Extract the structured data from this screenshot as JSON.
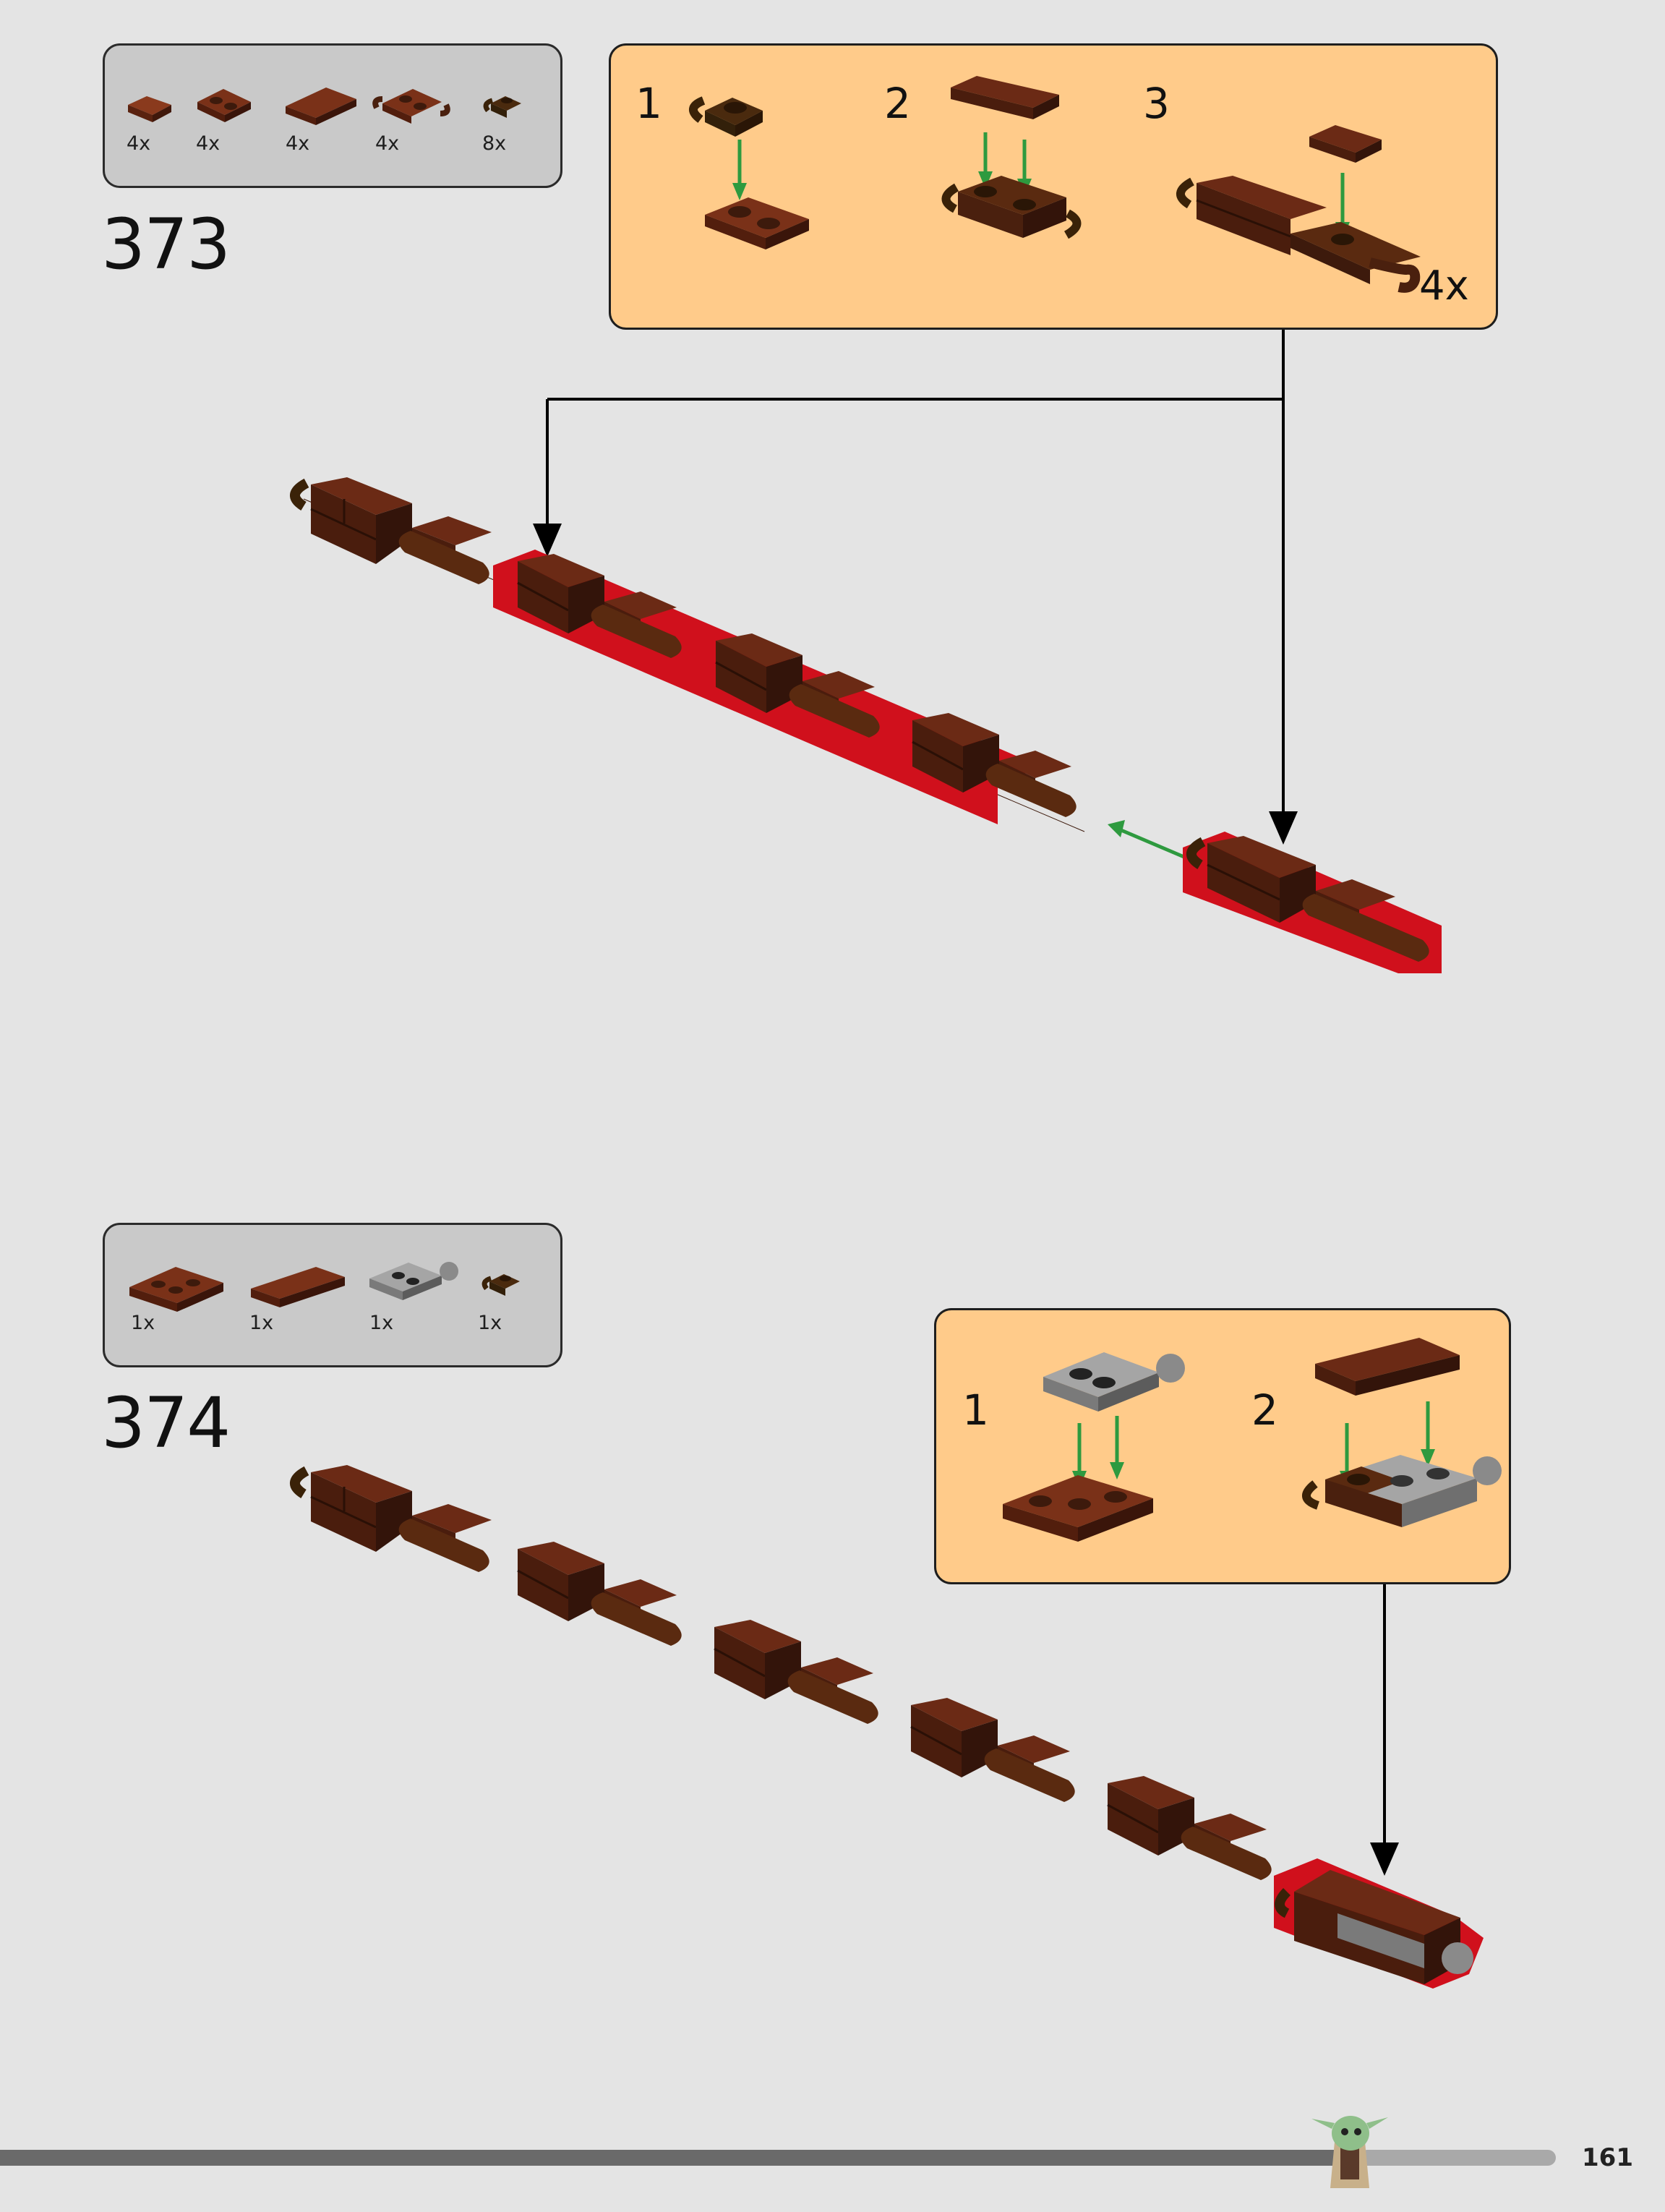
{
  "page": {
    "number": "161"
  },
  "colors": {
    "brick": "#6b2a15",
    "brick_dark": "#3d1a0c",
    "dark_brown": "#4a2a0e",
    "gray": "#9a9a9a",
    "callout_bg": "#ffcb8a",
    "new_outline": "#d0101c",
    "arrow_green": "#2e9a3f"
  },
  "step373": {
    "number": "373",
    "parts": [
      {
        "qty": "4x",
        "icon": "tile-1x2-reddish-brown"
      },
      {
        "qty": "4x",
        "icon": "plate-1x2-reddish-brown"
      },
      {
        "qty": "4x",
        "icon": "tile-1x4-reddish-brown"
      },
      {
        "qty": "4x",
        "icon": "plate-1x2-with-clips-reddish-brown"
      },
      {
        "qty": "8x",
        "icon": "plate-clip-dark-brown"
      }
    ],
    "substeps": [
      {
        "num": "1"
      },
      {
        "num": "2"
      },
      {
        "num": "3"
      }
    ],
    "multiplier": "4x"
  },
  "step374": {
    "number": "374",
    "parts": [
      {
        "qty": "1x",
        "icon": "plate-1x3-reddish-brown"
      },
      {
        "qty": "1x",
        "icon": "tile-1x4-reddish-brown"
      },
      {
        "qty": "1x",
        "icon": "plate-with-ball-light-gray"
      },
      {
        "qty": "1x",
        "icon": "plate-clip-dark-brown"
      }
    ],
    "substeps": [
      {
        "num": "1"
      },
      {
        "num": "2"
      }
    ]
  }
}
